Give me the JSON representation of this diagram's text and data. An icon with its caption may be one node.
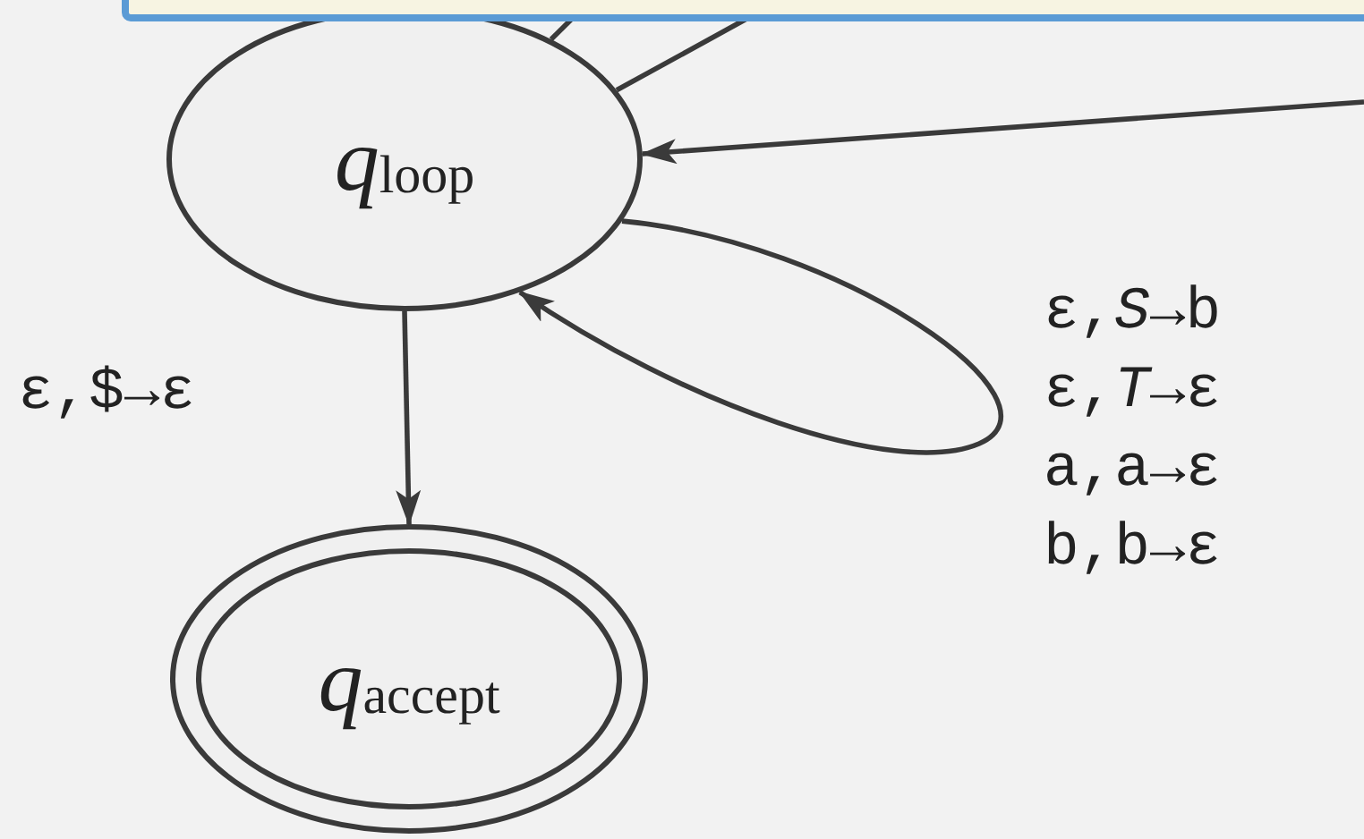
{
  "diagram": {
    "nodes": [
      {
        "text": [
          "*q*$_{loop}$"
        ]
      },
      {
        "text": [
          "*q*$_{accept}$"
        ]
      }
    ],
    "edges": [
      {
        "from": null,
        "to": 0,
        "arrow": "none"
      },
      {
        "from": null,
        "to": 0,
        "arrow": "none"
      },
      {
        "from": null,
        "to": 0,
        "arrow": "to"
      },
      {
        "from": 0,
        "to": 0,
        "arrow": "to",
        "label": "ε,*S*→b ε,*T*→ε a,a→ε b,b→ε"
      },
      {
        "from": 0,
        "to": 1,
        "arrow": "to",
        "label": "ε,$→ε"
      }
    ]
  }
}
